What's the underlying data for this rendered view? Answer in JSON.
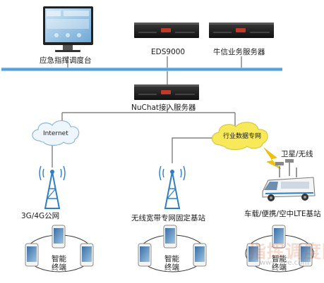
{
  "labels": {
    "console": "应急指挥调度台",
    "eds": "EDS9000",
    "niuxin": "牛信业务服务器",
    "nuchat": "NuChat接入服务器",
    "internet": "Internet",
    "industry_net": "行业数据专网",
    "satellite": "卫星/无线",
    "tower_3g4g": "3G/4G公网",
    "tower_wideband": "无线宽带专网固定基站",
    "tower_vehicle": "车载/便携/空中LTE基站",
    "terminal_a": "智能\n终端",
    "terminal_b": "智能\n终端",
    "terminal_c": "智能\n终端"
  },
  "watermark": {
    "text": "指挥调度网",
    "url": "www.9ee.com"
  },
  "colors": {
    "bus": "#4a8fc6",
    "cable": "#6b6b6b",
    "tower": "#2f7fc0",
    "cloud_fill": "#eef6fb",
    "cloud_stroke": "#8fb8d6",
    "cloud_yellow": "#f7e95a",
    "lightning": "#f2c400",
    "server": "#1c1c1c",
    "server_accent": "#c0392b"
  }
}
